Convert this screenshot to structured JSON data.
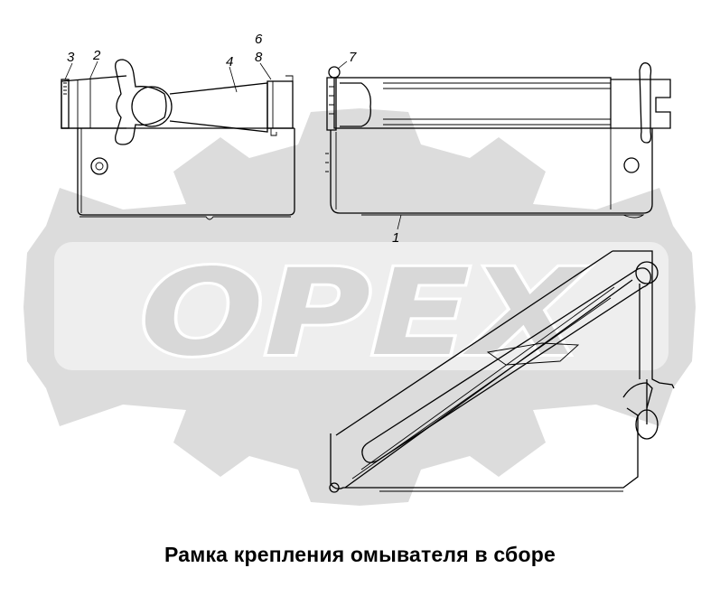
{
  "watermark": {
    "text": "OPEX",
    "color": "#d8d8d8"
  },
  "callouts": [
    {
      "id": "c1",
      "label": "1"
    },
    {
      "id": "c2",
      "label": "2"
    },
    {
      "id": "c3",
      "label": "3"
    },
    {
      "id": "c4",
      "label": "4"
    },
    {
      "id": "c6",
      "label": "6"
    },
    {
      "id": "c7",
      "label": "7"
    },
    {
      "id": "c8",
      "label": "8"
    }
  ],
  "caption": "Рамка крепления омывателя в сборе",
  "colors": {
    "line": "#000000",
    "background": "#ffffff",
    "watermark": "#d8d8d8"
  }
}
